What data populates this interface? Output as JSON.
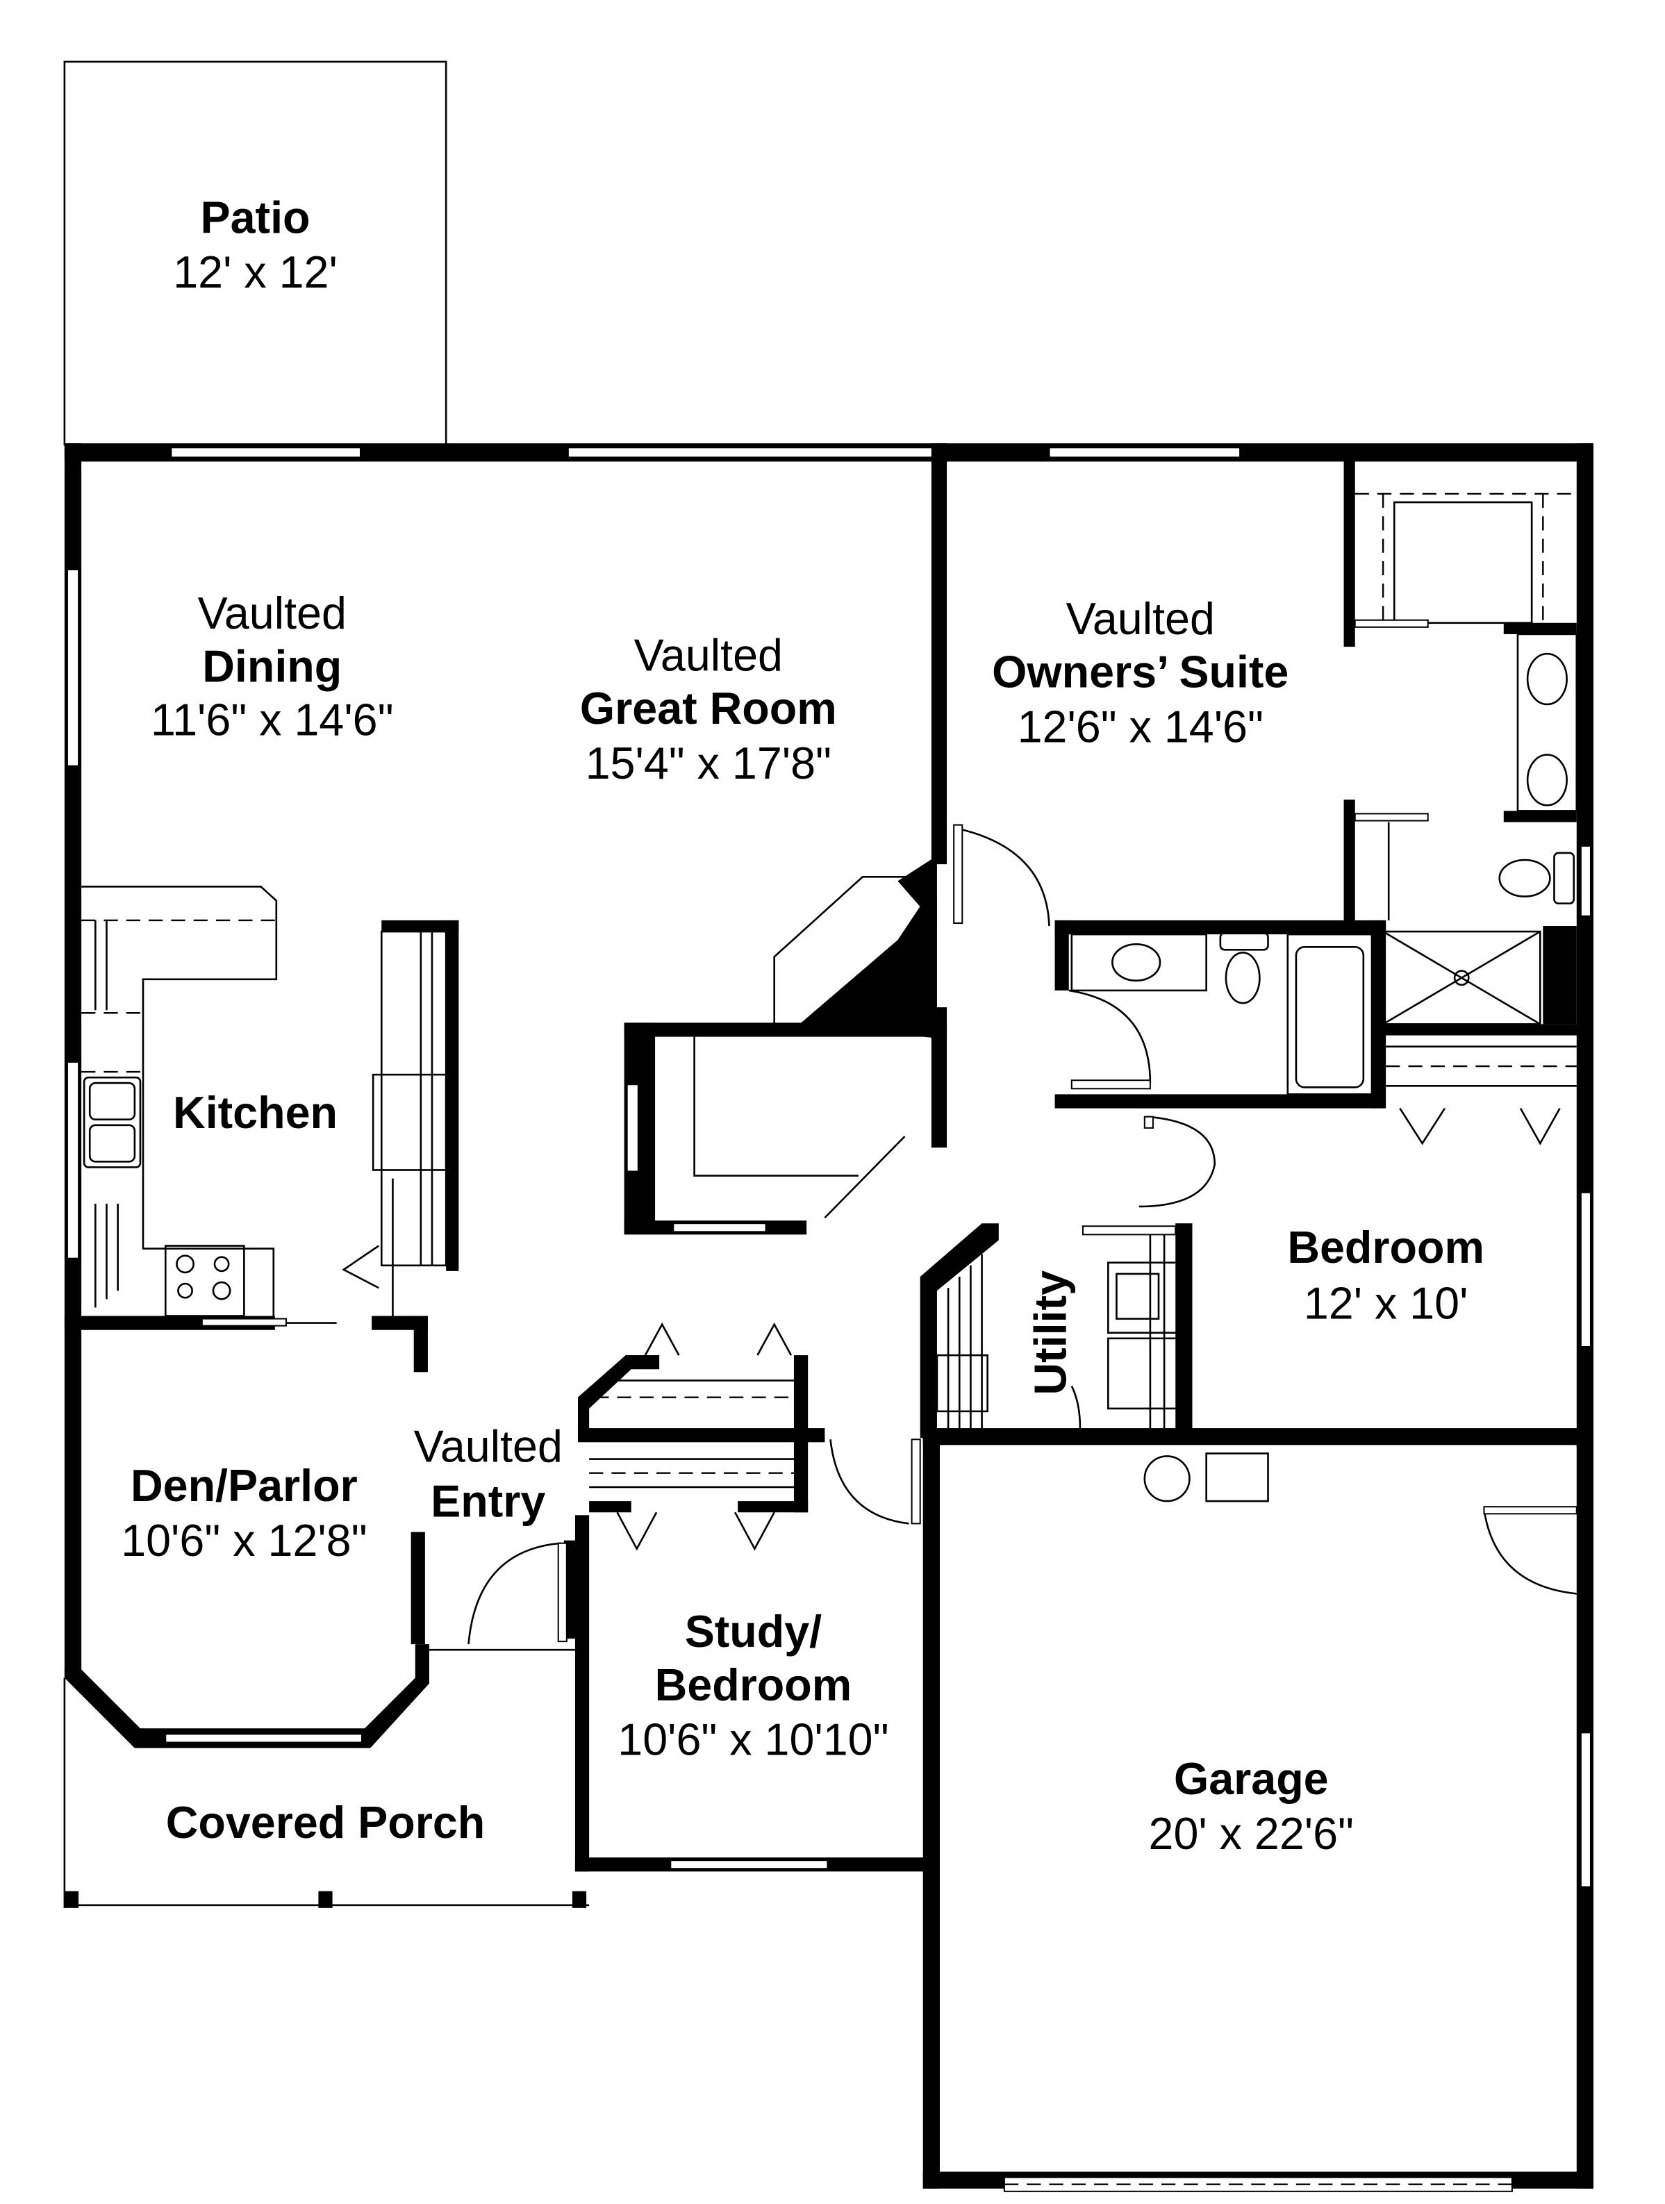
{
  "plan": {
    "type": "residential floor plan",
    "colors": {
      "wall": "#000000",
      "background": "#ffffff"
    }
  },
  "rooms": {
    "patio": {
      "name": "Patio",
      "dims": "12' x 12'"
    },
    "dining": {
      "prefix": "Vaulted",
      "name": "Dining",
      "dims": "11'6\" x 14'6\""
    },
    "great_room": {
      "prefix": "Vaulted",
      "name": "Great Room",
      "dims": "15'4\" x 17'8\""
    },
    "owners_suite": {
      "prefix": "Vaulted",
      "name": "Owners’ Suite",
      "dims": "12'6\" x 14'6\""
    },
    "kitchen": {
      "name": "Kitchen"
    },
    "bedroom": {
      "name": "Bedroom",
      "dims": "12' x 10'"
    },
    "utility": {
      "name": "Utility"
    },
    "den": {
      "name": "Den/Parlor",
      "dims": "10'6\" x 12'8\""
    },
    "entry": {
      "prefix": "Vaulted",
      "name": "Entry"
    },
    "study": {
      "name_line1": "Study/",
      "name_line2": "Bedroom",
      "dims": "10'6\" x 10'10\""
    },
    "porch": {
      "name": "Covered Porch"
    },
    "garage": {
      "name": "Garage",
      "dims": "20' x 22'6\""
    }
  },
  "icons": [
    "door-swing-icon",
    "window-icon",
    "sink-icon",
    "toilet-icon",
    "bathtub-icon",
    "shower-icon",
    "range-icon",
    "fireplace-icon",
    "washer-icon",
    "dryer-icon",
    "water-heater-icon",
    "bifold-closet-door-icon",
    "garage-door-icon"
  ]
}
